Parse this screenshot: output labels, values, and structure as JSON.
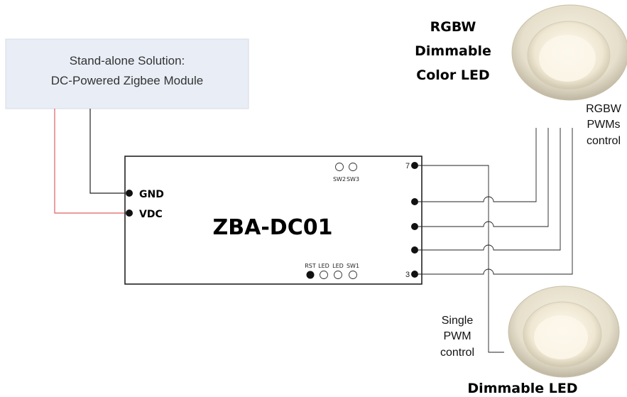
{
  "info_box": {
    "line1": "Stand-alone Solution:",
    "line2": "DC-Powered Zigbee Module"
  },
  "module": {
    "name": "ZBA-DC01",
    "pin_gnd": "GND",
    "pin_vdc": "VDC",
    "pin_top_number": "7",
    "pin_bottom_number": "3",
    "top_switches": [
      "SW2",
      "SW3"
    ],
    "bottom_labels": [
      "RST",
      "LED",
      "LED",
      "SW1"
    ]
  },
  "rgbw_lamp": {
    "title_line1": "RGBW",
    "title_line2": "Dimmable",
    "title_line3": "Color LED",
    "control_line1": "RGBW",
    "control_line2": "PWMs",
    "control_line3": "control",
    "icon": "downlight-icon"
  },
  "single_lamp": {
    "title": "Dimmable LED",
    "control_line1": "Single",
    "control_line2": "PWM",
    "control_line3": "control",
    "icon": "downlight-icon"
  },
  "colors": {
    "vdc_wire": "#e06060",
    "gnd_wire": "#222222",
    "info_box_fill": "#e9eef6"
  }
}
